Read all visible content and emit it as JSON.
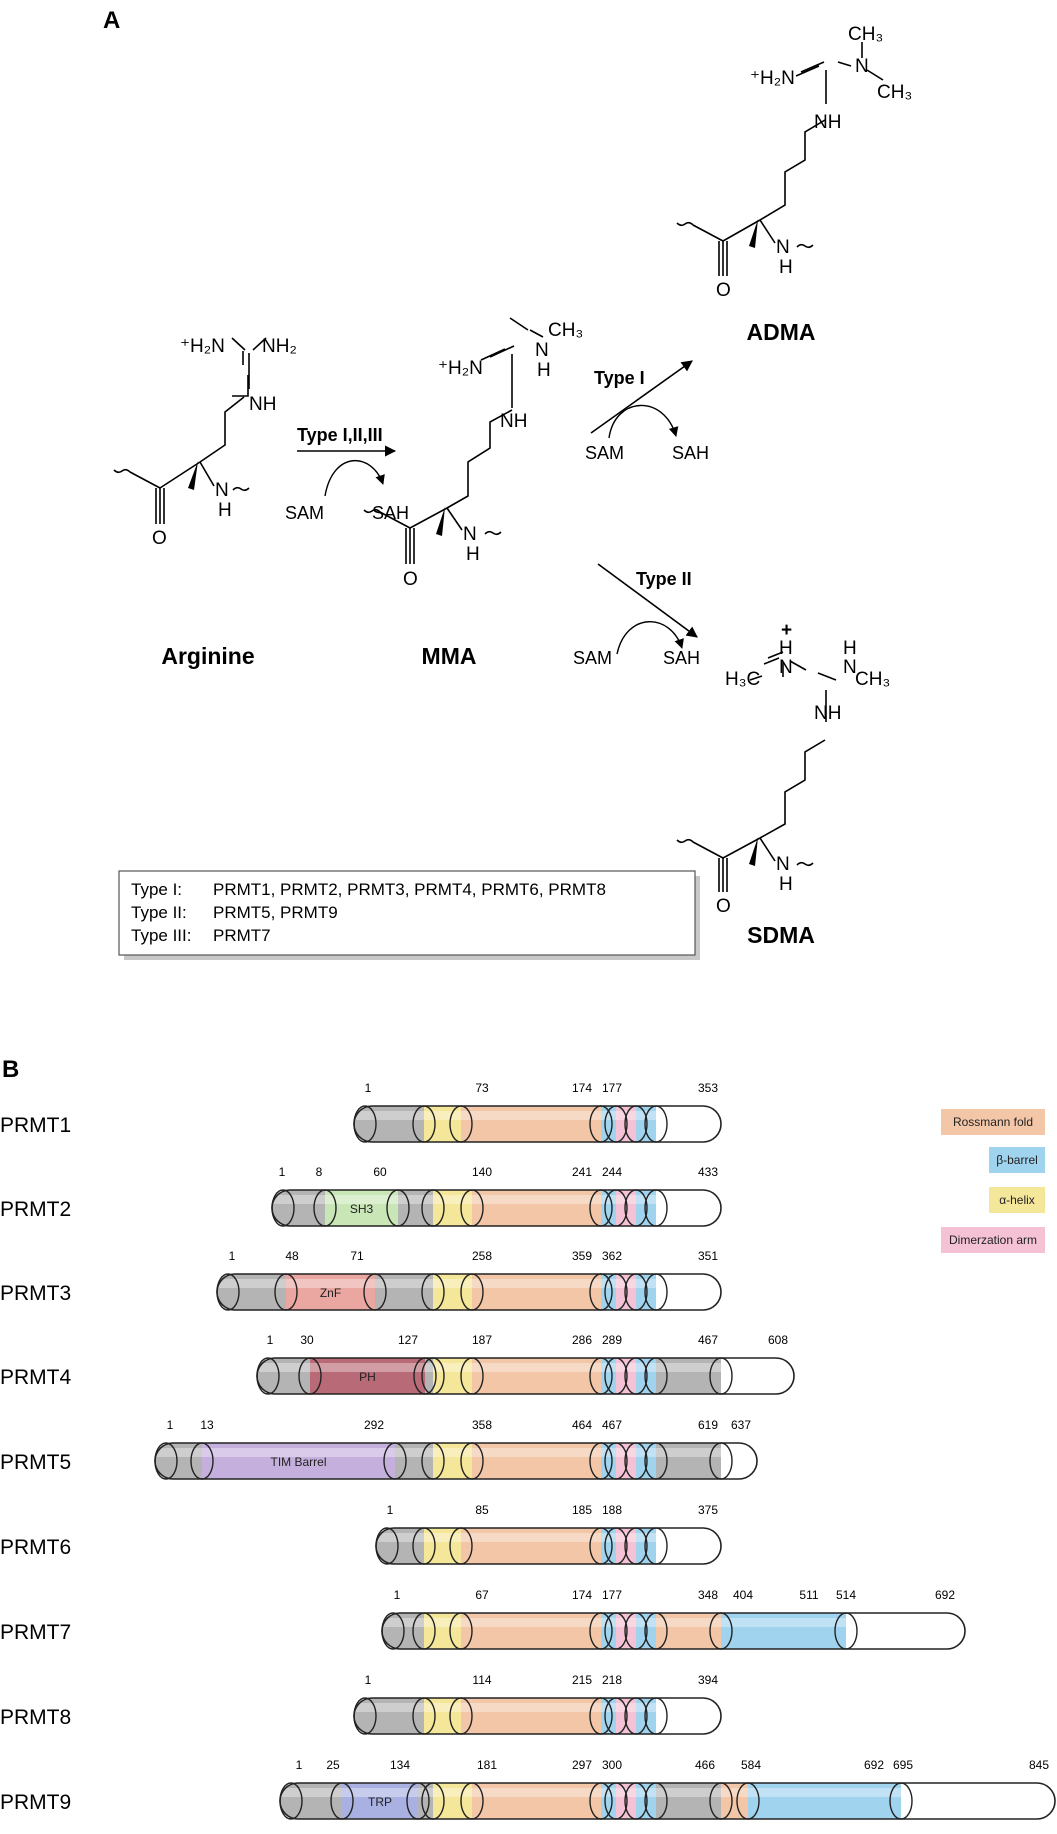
{
  "panel_a": {
    "label": "A",
    "structures": {
      "arginine": {
        "name": "Arginine",
        "guan_left": "⁺H₂N",
        "guan_right": "NH₂",
        "nh": "NH",
        "backbone_n": "N",
        "backbone_h": "H",
        "carbonyl_o": "O"
      },
      "mma": {
        "name": "MMA",
        "ch3": "CH₃",
        "guan_left": "⁺H₂N",
        "guan_right_n": "N",
        "guan_right_h": "H",
        "nh": "NH",
        "backbone_n": "N",
        "backbone_h": "H",
        "carbonyl_o": "O"
      },
      "adma": {
        "name": "ADMA",
        "ch3_top": "CH₃",
        "ch3_right": "CH₃",
        "n_dimethyl": "N",
        "guan_left": "⁺H₂N",
        "nh": "NH",
        "backbone_n": "N",
        "backbone_h": "H",
        "carbonyl_o": "O"
      },
      "sdma": {
        "name": "SDMA",
        "plus": "+",
        "h_left": "H",
        "n_left": "N",
        "h3c_left": "H₃C",
        "h_right": "H",
        "n_right": "N",
        "ch3_right": "CH₃",
        "nh": "NH",
        "backbone_n": "N",
        "backbone_h": "H",
        "carbonyl_o": "O"
      }
    },
    "reactions": {
      "r1": {
        "label": "Type I,II,III",
        "sam": "SAM",
        "sah": "SAH"
      },
      "r2": {
        "label": "Type I",
        "sam": "SAM",
        "sah": "SAH"
      },
      "r3": {
        "label": "Type II",
        "sam": "SAM",
        "sah": "SAH"
      }
    },
    "legend": {
      "rows": [
        {
          "type": "Type I:",
          "members": "PRMT1, PRMT2, PRMT3, PRMT4, PRMT6, PRMT8"
        },
        {
          "type": "Type II:",
          "members": "PRMT5, PRMT9"
        },
        {
          "type": "Type III:",
          "members": "PRMT7"
        }
      ]
    }
  },
  "panel_b": {
    "label": "B",
    "colors": {
      "grey": "#b4b4b4",
      "yellow": "#f4e79a",
      "rossmann": "#f3c6a8",
      "barrel": "#9fd3ee",
      "dimer": "#f4c2d4",
      "sh3": "#c9e6b7",
      "znf": "#eaa6a0",
      "ph": "#b86a76",
      "tim": "#c5b0dd",
      "trp": "#a9b0e2"
    },
    "legend": [
      {
        "label": "Rossmann fold",
        "color": "#f3c6a8"
      },
      {
        "label": "β-barrel",
        "color": "#9fd3ee"
      },
      {
        "label": "α-helix",
        "color": "#f4e79a"
      },
      {
        "label": "Dimerzation arm",
        "color": "#f4c2d4"
      }
    ],
    "proteins": [
      {
        "name": "PRMT1",
        "segments": [
          [
            "grey",
            ""
          ],
          [
            "yellow",
            ""
          ],
          [
            "rossmann",
            ""
          ],
          [
            "barrel",
            ""
          ],
          [
            "dimer",
            ""
          ],
          [
            "barrel",
            ""
          ]
        ],
        "numbers": [
          "1",
          "73",
          "174",
          "177",
          "353"
        ]
      },
      {
        "name": "PRMT2",
        "segments": [
          [
            "grey",
            ""
          ],
          [
            "sh3",
            "SH3"
          ],
          [
            "grey",
            ""
          ],
          [
            "yellow",
            ""
          ],
          [
            "rossmann",
            ""
          ],
          [
            "barrel",
            ""
          ],
          [
            "dimer",
            ""
          ],
          [
            "barrel",
            ""
          ]
        ],
        "numbers": [
          "1",
          "8",
          "60",
          "140",
          "241",
          "244",
          "433"
        ]
      },
      {
        "name": "PRMT3",
        "segments": [
          [
            "grey",
            ""
          ],
          [
            "znf",
            "ZnF"
          ],
          [
            "grey",
            ""
          ],
          [
            "yellow",
            ""
          ],
          [
            "rossmann",
            ""
          ],
          [
            "barrel",
            ""
          ],
          [
            "dimer",
            ""
          ],
          [
            "barrel",
            ""
          ]
        ],
        "numbers": [
          "1",
          "48",
          "71",
          "258",
          "359",
          "362",
          "351"
        ]
      },
      {
        "name": "PRMT4",
        "segments": [
          [
            "grey",
            ""
          ],
          [
            "ph",
            "PH"
          ],
          [
            "grey",
            ""
          ],
          [
            "yellow",
            ""
          ],
          [
            "rossmann",
            ""
          ],
          [
            "barrel",
            ""
          ],
          [
            "dimer",
            ""
          ],
          [
            "barrel",
            ""
          ],
          [
            "grey",
            ""
          ]
        ],
        "numbers": [
          "1",
          "30",
          "127",
          "187",
          "286",
          "289",
          "467",
          "608"
        ]
      },
      {
        "name": "PRMT5",
        "segments": [
          [
            "grey",
            ""
          ],
          [
            "tim",
            "TIM Barrel"
          ],
          [
            "grey",
            ""
          ],
          [
            "yellow",
            ""
          ],
          [
            "rossmann",
            ""
          ],
          [
            "barrel",
            ""
          ],
          [
            "dimer",
            ""
          ],
          [
            "barrel",
            ""
          ],
          [
            "grey",
            ""
          ]
        ],
        "numbers": [
          "1",
          "13",
          "292",
          "358",
          "464",
          "467",
          "619",
          "637"
        ]
      },
      {
        "name": "PRMT6",
        "segments": [
          [
            "grey",
            ""
          ],
          [
            "yellow",
            ""
          ],
          [
            "rossmann",
            ""
          ],
          [
            "barrel",
            ""
          ],
          [
            "dimer",
            ""
          ],
          [
            "barrel",
            ""
          ]
        ],
        "numbers": [
          "1",
          "85",
          "185",
          "188",
          "375"
        ]
      },
      {
        "name": "PRMT7",
        "segments": [
          [
            "grey",
            ""
          ],
          [
            "yellow",
            ""
          ],
          [
            "rossmann",
            ""
          ],
          [
            "barrel",
            ""
          ],
          [
            "dimer",
            ""
          ],
          [
            "barrel",
            ""
          ],
          [
            "rossmann",
            ""
          ],
          [
            "barrel",
            ""
          ]
        ],
        "numbers": [
          "1",
          "67",
          "174",
          "177",
          "348",
          "404",
          "511",
          "514",
          "692"
        ]
      },
      {
        "name": "PRMT8",
        "segments": [
          [
            "grey",
            ""
          ],
          [
            "yellow",
            ""
          ],
          [
            "rossmann",
            ""
          ],
          [
            "barrel",
            ""
          ],
          [
            "dimer",
            ""
          ],
          [
            "barrel",
            ""
          ]
        ],
        "numbers": [
          "1",
          "114",
          "215",
          "218",
          "394"
        ]
      },
      {
        "name": "PRMT9",
        "segments": [
          [
            "grey",
            ""
          ],
          [
            "trp",
            "TRP"
          ],
          [
            "grey",
            ""
          ],
          [
            "yellow",
            ""
          ],
          [
            "rossmann",
            ""
          ],
          [
            "barrel",
            ""
          ],
          [
            "dimer",
            ""
          ],
          [
            "barrel",
            ""
          ],
          [
            "grey",
            ""
          ],
          [
            "rossmann",
            ""
          ],
          [
            "barrel",
            ""
          ]
        ],
        "numbers": [
          "1",
          "25",
          "134",
          "181",
          "297",
          "300",
          "466",
          "584",
          "692",
          "695",
          "845"
        ]
      }
    ]
  }
}
